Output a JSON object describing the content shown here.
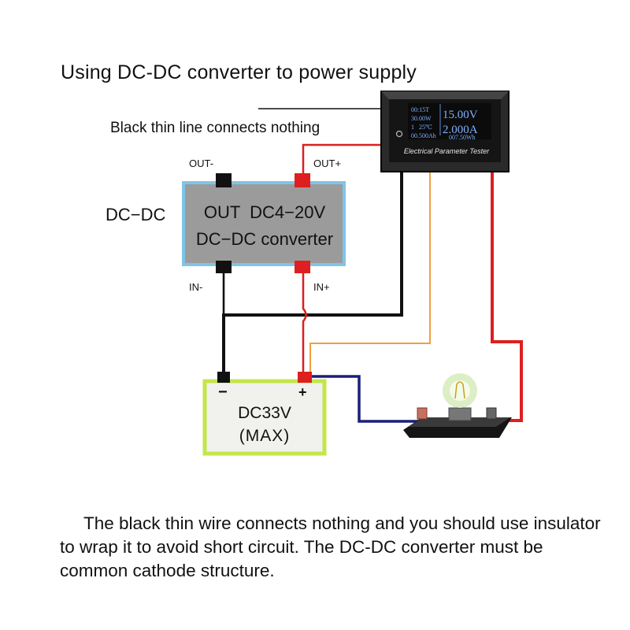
{
  "title": "Using DC-DC converter to power supply",
  "labels": {
    "black_thin_line": "Black thin line connects nothing",
    "out_minus": "OUT-",
    "out_plus": "OUT+",
    "in_minus": "IN-",
    "in_plus": "IN+",
    "dcdc_side": "DC−DC"
  },
  "converter": {
    "line1": "OUT  DC4−20V",
    "line2": "DC−DC converter"
  },
  "battery": {
    "minus": "−",
    "plus": "+",
    "line1": "DC33V",
    "line2": "(MAX)"
  },
  "meter": {
    "time": "00:15T",
    "power": "30.00W",
    "temp": "1   25℃",
    "ah": "00.500Ah",
    "voltage": "15.00V",
    "current": "2.000A",
    "wh": "007.50Wh",
    "caption": "Electrical Parameter Tester"
  },
  "note": "The black thin wire connects nothing and you should use insulator to wrap it to avoid short circuit. The DC-DC converter must be common cathode structure.",
  "colors": {
    "red_wire": "#dd1f1f",
    "black_wire": "#111111",
    "orange_wire": "#f0a040",
    "navy_wire": "#1a1f7a",
    "converter_fill": "#9b9b9b",
    "converter_border": "#7fc4e8",
    "battery_fill": "#f1f1ee",
    "battery_border": "#c4e64a"
  }
}
